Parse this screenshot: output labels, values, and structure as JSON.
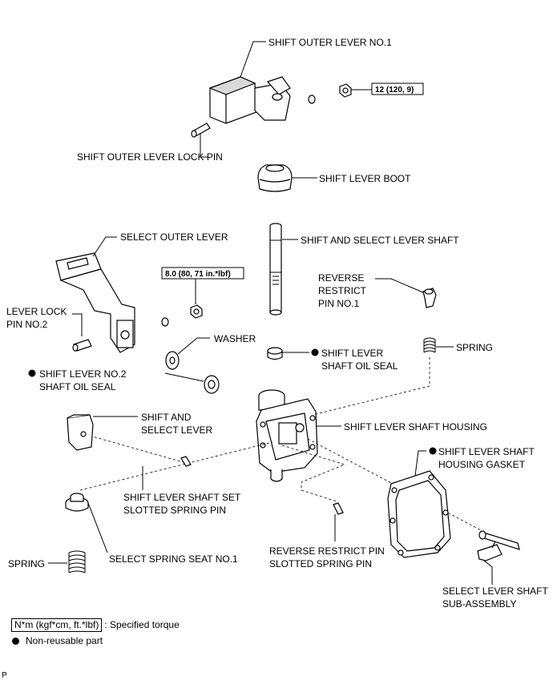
{
  "labels": {
    "shift_outer_lever_no1": "SHIFT OUTER LEVER NO.1",
    "shift_outer_lever_lock_pin": "SHIFT OUTER LEVER LOCK PIN",
    "shift_lever_boot": "SHIFT LEVER BOOT",
    "select_outer_lever": "SELECT OUTER LEVER",
    "shift_and_select_lever_shaft": "SHIFT AND SELECT LEVER SHAFT",
    "reverse_restrict_pin_no1": [
      "REVERSE",
      "RESTRICT",
      "PIN NO.1"
    ],
    "lever_lock_pin_no2": [
      "LEVER LOCK",
      "PIN NO.2"
    ],
    "washer": "WASHER",
    "shift_lever_shaft_oil_seal": [
      "SHIFT LEVER",
      "SHAFT OIL SEAL"
    ],
    "spring_top": "SPRING",
    "shift_lever_no2_shaft_oil_seal": [
      "SHIFT LEVER NO.2",
      "SHAFT OIL SEAL"
    ],
    "shift_and_select_lever": [
      "SHIFT AND",
      "SELECT LEVER"
    ],
    "shift_lever_shaft_housing": "SHIFT LEVER SHAFT HOUSING",
    "shift_lever_shaft_housing_gasket": [
      "SHIFT LEVER SHAFT",
      "HOUSING GASKET"
    ],
    "shift_lever_shaft_set_slotted_spring_pin": [
      "SHIFT LEVER SHAFT SET",
      "SLOTTED SPRING PIN"
    ],
    "select_spring_seat_no1": "SELECT SPRING SEAT NO.1",
    "spring_bottom": "SPRING",
    "reverse_restrict_pin_slotted_spring_pin": [
      "REVERSE RESTRICT PIN",
      "SLOTTED SPRING PIN"
    ],
    "select_lever_shaft_sub_assembly": [
      "SELECT LEVER SHAFT",
      "SUB-ASSEMBLY"
    ]
  },
  "torques": {
    "outer_lever_nut": "12 (120, 9)",
    "select_lever_nut": "8.0 (80, 71 in.*lbf)"
  },
  "legend": {
    "torque_unit": "N*m (kgf*cm, ft.*lbf)",
    "torque_desc": ": Specified torque",
    "non_reusable": "Non-reusable part"
  },
  "page_code": "P"
}
